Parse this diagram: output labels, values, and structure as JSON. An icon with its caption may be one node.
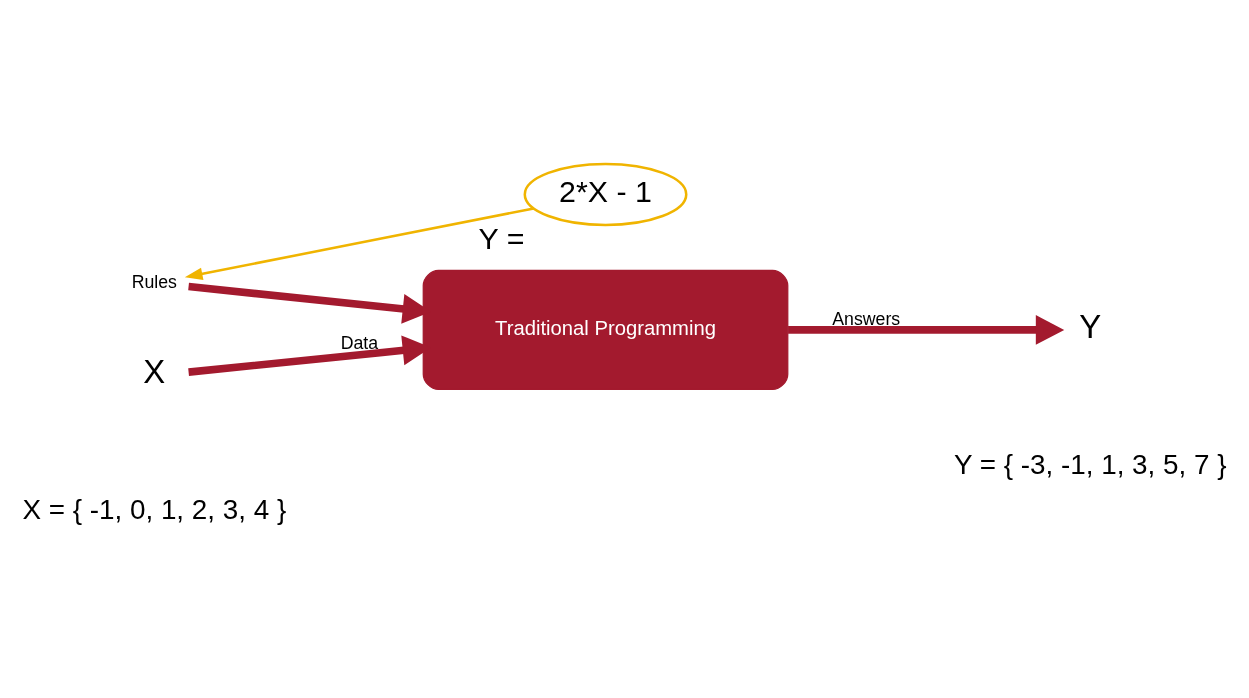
{
  "diagram": {
    "nodes": [
      {
        "text": [
          "2*X - 1"
        ],
        "beside": [
          "Y ="
        ]
      },
      {
        "text": [
          "Rules"
        ]
      },
      {
        "text": [
          "X"
        ]
      },
      {
        "text": [
          "Traditional Programming"
        ]
      },
      {
        "text": [
          "Y"
        ]
      }
    ],
    "edges": [
      {
        "from": 0,
        "to": 1,
        "arrow": "to",
        "color": "#f0b400"
      },
      {
        "from": 1,
        "to": 3,
        "arrow": "to"
      },
      {
        "from": 2,
        "to": 3,
        "arrow": "to",
        "label": "Data"
      },
      {
        "from": 3,
        "to": 4,
        "arrow": "to",
        "label": "Answers"
      }
    ],
    "labels": [
      "X = { -1, 0, 1, 2, 3, 4 }",
      "Y = { -3, -1, 1, 3, 5, 7 }"
    ]
  }
}
